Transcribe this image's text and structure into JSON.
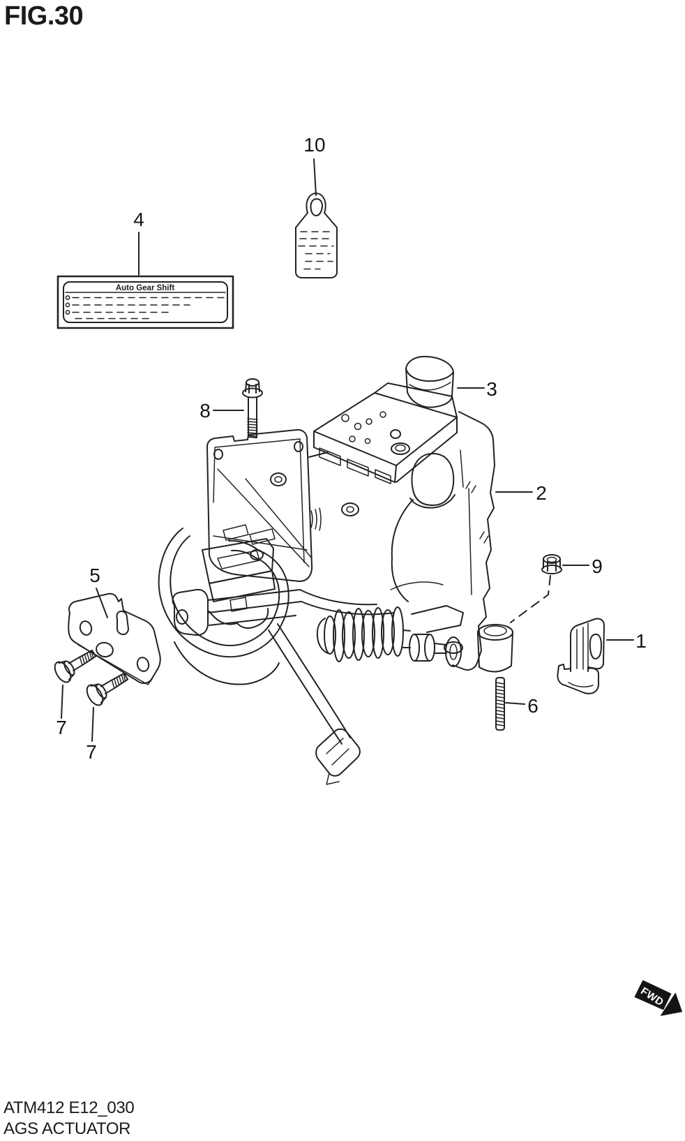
{
  "page": {
    "figure_title": "FIG.30"
  },
  "sticker": {
    "heading": "Auto Gear Shift"
  },
  "callouts": [
    {
      "label": "1"
    },
    {
      "label": "2"
    },
    {
      "label": "3"
    },
    {
      "label": "4"
    },
    {
      "label": "5"
    },
    {
      "label": "6"
    },
    {
      "label": "7"
    },
    {
      "label": "7"
    },
    {
      "label": "8"
    },
    {
      "label": "9"
    },
    {
      "label": "10"
    }
  ],
  "fwd_marker": {
    "label": "FWD"
  },
  "footer": {
    "code": "ATM412 E12_030",
    "title": "AGS ACTUATOR"
  }
}
